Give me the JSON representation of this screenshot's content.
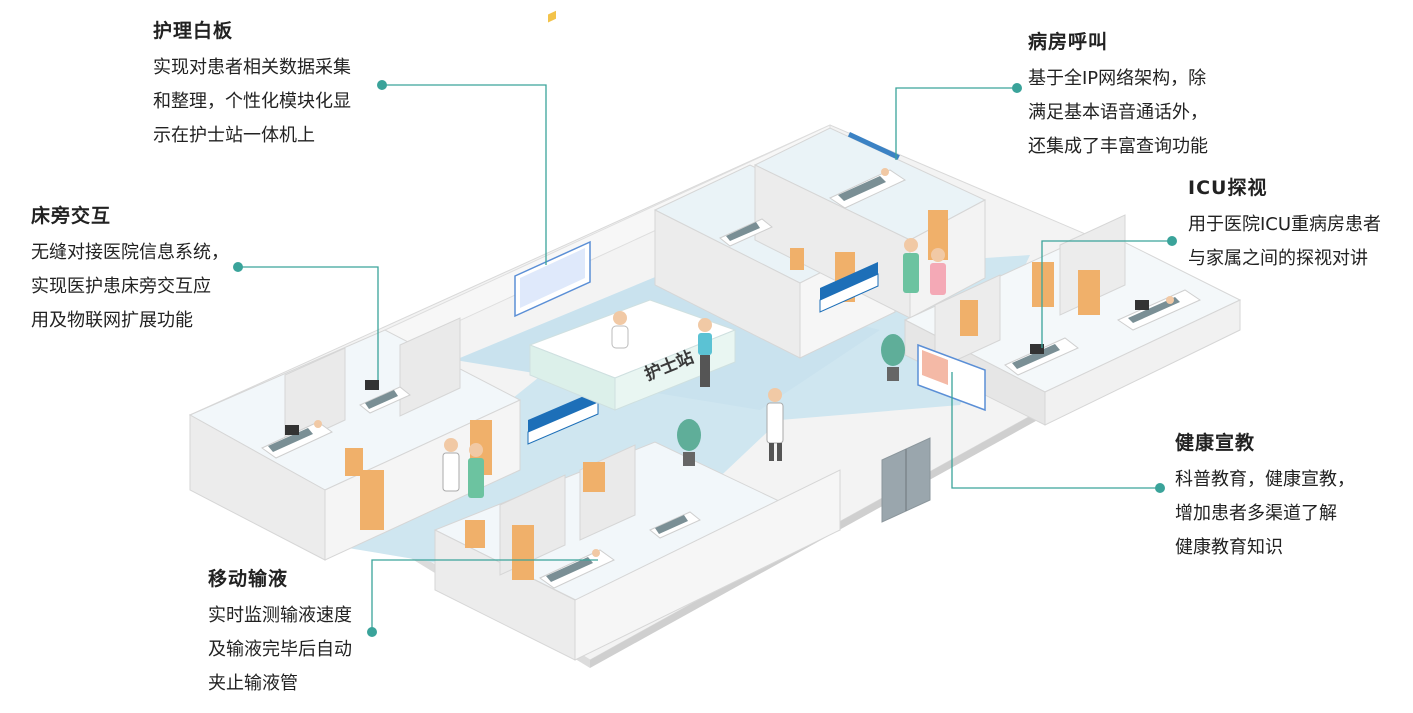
{
  "station": {
    "label": "护士站"
  },
  "callouts": {
    "whiteboard": {
      "title": "护理白板",
      "lines": [
        "实现对患者相关数据采集",
        "和整理，个性化模块化显",
        "示在护士站一体机上"
      ]
    },
    "bedside": {
      "title": "床旁交互",
      "lines": [
        "无缝对接医院信息系统，",
        "实现医护患床旁交互应",
        "用及物联网扩展功能"
      ]
    },
    "infusion": {
      "title": "移动输液",
      "lines": [
        "实时监测输液速度",
        "及输液完毕后自动",
        "夹止输液管"
      ]
    },
    "ward_call": {
      "title": "病房呼叫",
      "lines": [
        "基于全IP网络架构，除",
        "满足基本语音通话外，",
        "还集成了丰富查询功能"
      ]
    },
    "icu": {
      "title": "ICU探视",
      "lines": [
        "用于医院ICU重病房患者",
        "与家属之间的探视对讲"
      ]
    },
    "education": {
      "title": "健康宣教",
      "lines": [
        "科普教育，健康宣教，",
        "增加患者多渠道了解",
        "健康教育知识"
      ]
    }
  },
  "colors": {
    "accent": "#3aa39a",
    "floor": "#cfe6f0",
    "wall": "#ececec",
    "door": "#f0b06a"
  }
}
